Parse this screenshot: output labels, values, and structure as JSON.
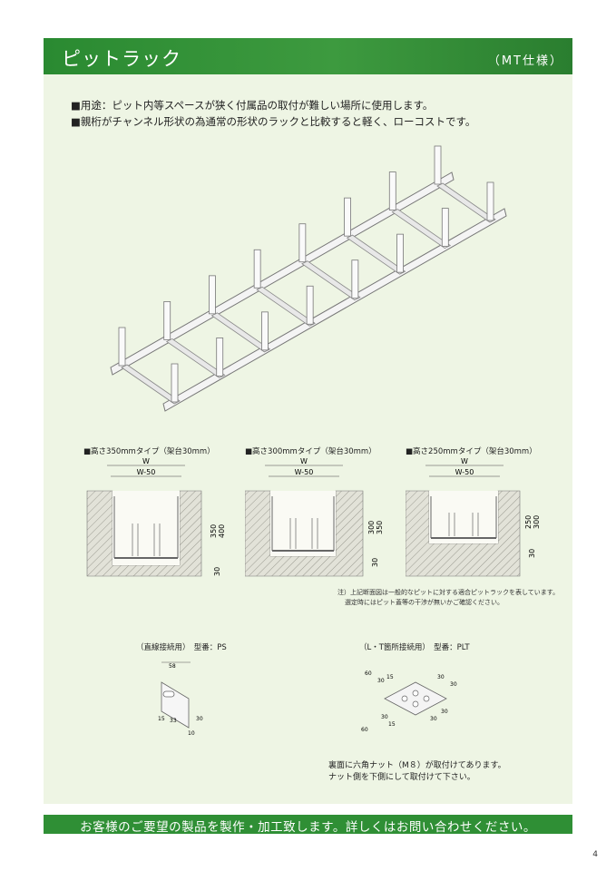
{
  "header": {
    "title": "ピットラック",
    "spec": "（MT仕様）"
  },
  "bullets": [
    "■用途：ピット内等スペースが狭く付属品の取付が難しい場所に使用します。",
    "■親桁がチャンネル形状の為通常の形状のラックと比較すると軽く、ローコストです。"
  ],
  "diagrams": [
    {
      "label": "■高さ350mmタイプ（架台30mm）",
      "w": "W",
      "w50": "W-50",
      "dim_a": "350",
      "dim_b": "400",
      "dim_c": "30"
    },
    {
      "label": "■高さ300mmタイプ（架台30mm）",
      "w": "W",
      "w50": "W-50",
      "dim_a": "300",
      "dim_b": "350",
      "dim_c": "30"
    },
    {
      "label": "■高さ250mmタイプ（架台30mm）",
      "w": "W",
      "w50": "W-50",
      "dim_a": "250",
      "dim_b": "300",
      "dim_c": "30"
    }
  ],
  "note": {
    "line1": "注）上記断面図は一般的なピットに対する適合ピットラックを表しています。",
    "line2": "選定時にはピット蓋等の干渉が無いかご確認ください。"
  },
  "fittings": {
    "ps": {
      "label": "（直線接続用）　型番：PS",
      "d58": "58",
      "d15": "15",
      "d33": "33",
      "d30": "30",
      "d10": "10"
    },
    "plt": {
      "label": "（L・T箇所接続用）　型番：PLT",
      "d60a": "60",
      "d15a": "15",
      "d30a": "30",
      "d30b": "30",
      "d30c": "30",
      "d60b": "60",
      "d15b": "15",
      "d30d": "30",
      "d30e": "30",
      "d30f": "30"
    }
  },
  "nut_note": {
    "line1": "裏面に六角ナット（M８）が取付けてあります。",
    "line2": "ナット側を下側にして取付けて下さい。"
  },
  "footer": "お客様のご要望の製品を製作・加工致します。詳しくはお問い合わせください。",
  "page_number": "4"
}
